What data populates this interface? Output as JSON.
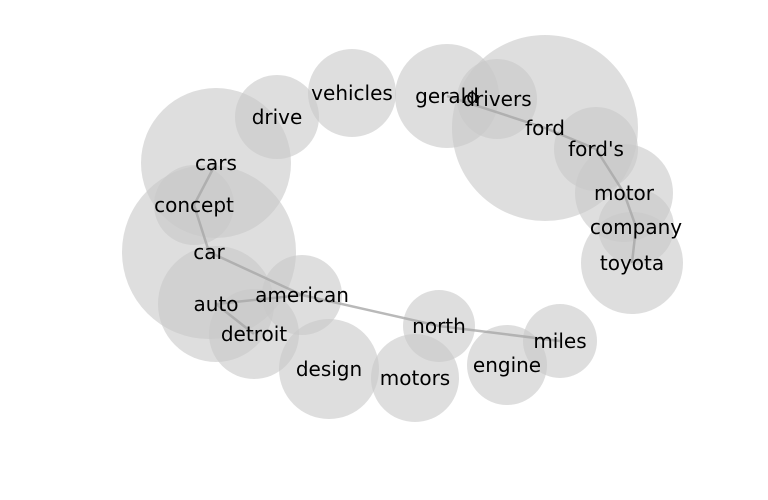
{
  "colors": {
    "bubble": "#c8c8c8",
    "edge": "#a8a8a8",
    "label": "#000000"
  },
  "nodes": [
    {
      "id": "cars",
      "label": "cars"
    },
    {
      "id": "concept",
      "label": "concept"
    },
    {
      "id": "car",
      "label": "car"
    },
    {
      "id": "drive",
      "label": "drive"
    },
    {
      "id": "vehicles",
      "label": "vehicles"
    },
    {
      "id": "gerald",
      "label": "gerald"
    },
    {
      "id": "drivers",
      "label": "drivers"
    },
    {
      "id": "ford",
      "label": "ford"
    },
    {
      "id": "fords",
      "label": "ford's"
    },
    {
      "id": "motor",
      "label": "motor"
    },
    {
      "id": "company",
      "label": "company"
    },
    {
      "id": "toyota",
      "label": "toyota"
    },
    {
      "id": "auto",
      "label": "auto"
    },
    {
      "id": "american",
      "label": "american"
    },
    {
      "id": "detroit",
      "label": "detroit"
    },
    {
      "id": "design",
      "label": "design"
    },
    {
      "id": "motors",
      "label": "motors"
    },
    {
      "id": "north",
      "label": "north"
    },
    {
      "id": "engine",
      "label": "engine"
    },
    {
      "id": "miles",
      "label": "miles"
    }
  ],
  "edges": [
    [
      "cars",
      "concept"
    ],
    [
      "concept",
      "car"
    ],
    [
      "car",
      "american"
    ],
    [
      "auto",
      "american"
    ],
    [
      "auto",
      "detroit"
    ],
    [
      "american",
      "north"
    ],
    [
      "north",
      "miles"
    ],
    [
      "gerald",
      "ford"
    ],
    [
      "ford",
      "fords"
    ],
    [
      "fords",
      "motor"
    ],
    [
      "motor",
      "company"
    ],
    [
      "company",
      "toyota"
    ]
  ]
}
